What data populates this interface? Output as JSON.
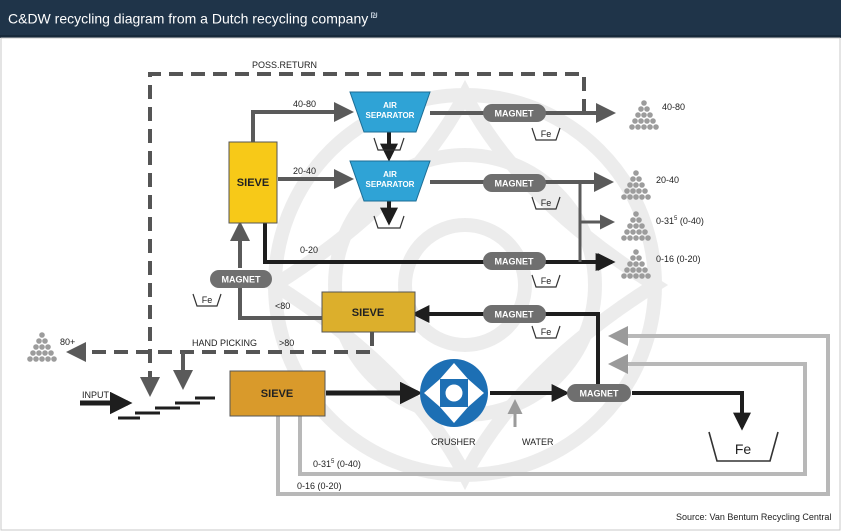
{
  "header": {
    "title": "C&DW recycling diagram from a Dutch recycling company",
    "title_mark": "₪"
  },
  "labels": {
    "poss_return": "POSS.RETURN",
    "size_40_80": "40-80",
    "size_20_40": "20-40",
    "size_0_20": "0-20",
    "lt80": "<80",
    "gt80": ">80",
    "hand_picking": "HAND PICKING",
    "input": "INPUT",
    "crusher": "CRUSHER",
    "water": "WATER",
    "plus80": "80+",
    "out_40_80": "40-80",
    "out_20_40": "20-40",
    "out_0_31_base": "0-31",
    "out_0_31_sup": "5",
    "out_0_31_rest": " (0-40)",
    "out_0_16": "0-16 (0-20)",
    "bottom_0_31_base": "0-31",
    "bottom_0_31_sup": "5",
    "bottom_0_31_rest": " (0-40)",
    "bottom_0_16": "0-16 (0-20)",
    "source": "Source: Van Bentum Recycling Central"
  },
  "components": {
    "sieve": "SIEVE",
    "air_line1": "AIR",
    "air_line2": "SEPARATOR",
    "magnet": "MAGNET",
    "fe": "Fe"
  },
  "colors": {
    "header_bg": "#1f3449",
    "sieve_yellow": "#f7c918",
    "sieve_gold": "#dcaf2c",
    "sieve_orange": "#d99a2b",
    "air_blue": "#2fa3d6",
    "crusher_blue": "#1d6fb4",
    "magnet_gray": "#6f6f6f",
    "line_gray": "#5a5a5a"
  }
}
